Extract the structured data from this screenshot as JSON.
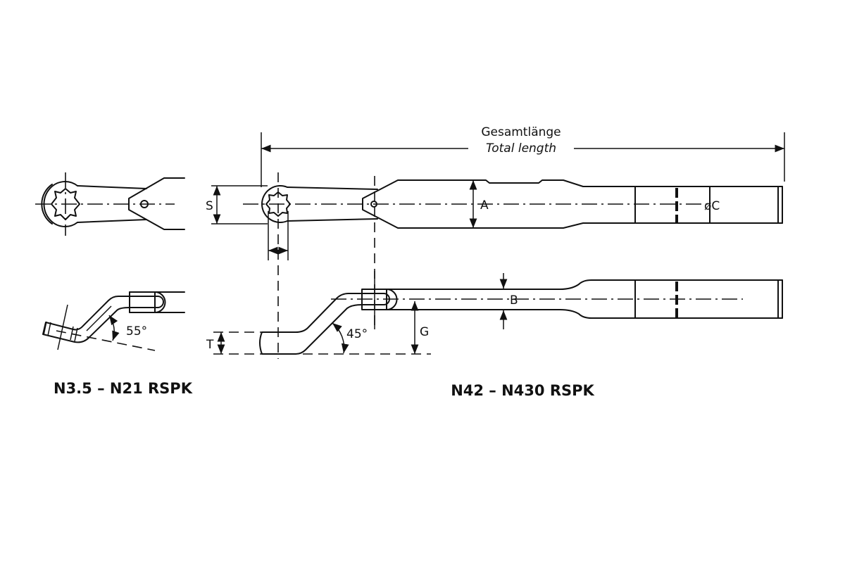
{
  "dimensions": {
    "total_length_de": "Gesamtlänge",
    "total_length_en": "Total length",
    "s": "S",
    "a": "A",
    "c": "øC",
    "b": "B",
    "g": "G",
    "t": "T",
    "angle_small": "55°",
    "angle_large": "45°"
  },
  "captions": {
    "small_model": "N3.5 – N21 RSPK",
    "large_model": "N42 – N430 RSPK"
  }
}
